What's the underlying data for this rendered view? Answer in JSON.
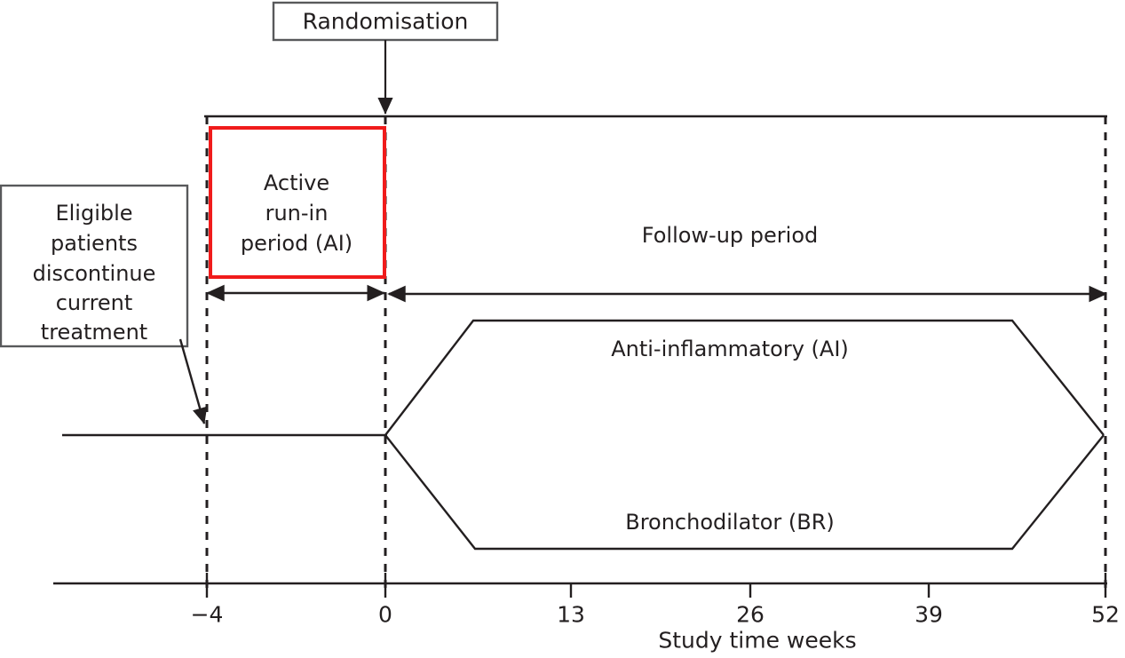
{
  "figure": {
    "type": "clinical-trial-study-design-schematic",
    "background_color": "#ffffff",
    "line_color": "#231f20",
    "highlight_color": "#f01b1b"
  },
  "boxes": {
    "randomisation": {
      "label": "Randomisation",
      "border_color": "#58595b"
    },
    "eligible": {
      "lines": [
        "Eligible",
        "patients",
        "discontinue",
        "current",
        "treatment"
      ],
      "border_color": "#58595b"
    },
    "run_in": {
      "lines": [
        "Active",
        "run-in",
        "period (AI)"
      ],
      "border_color": "#f01b1b"
    }
  },
  "periods": {
    "followup_label": "Follow-up period",
    "runin_span_weeks": [
      -4,
      0
    ],
    "followup_span_weeks": [
      0,
      52
    ]
  },
  "arms": [
    {
      "name": "anti-inflammatory",
      "label": "Anti-inflammatory (AI)"
    },
    {
      "name": "bronchodilator",
      "label": "Bronchodilator (BR)"
    }
  ],
  "axis": {
    "title": "Study time weeks",
    "ticks": [
      {
        "value": -4,
        "label": "−4"
      },
      {
        "value": 0,
        "label": "0"
      },
      {
        "value": 13,
        "label": "13"
      },
      {
        "value": 26,
        "label": "26"
      },
      {
        "value": 39,
        "label": "39"
      },
      {
        "value": 52,
        "label": "52"
      }
    ],
    "range": [
      -4,
      52
    ]
  },
  "markers": {
    "dashed_weeks": [
      -4,
      0,
      52
    ]
  },
  "chart_data": {
    "type": "timeline",
    "title": "",
    "xlabel": "Study time weeks",
    "ylabel": "",
    "xlim": [
      -8,
      52
    ],
    "xticks": [
      -4,
      0,
      13,
      26,
      39,
      52
    ],
    "xtick_labels": [
      "−4",
      "0",
      "13",
      "26",
      "39",
      "52"
    ],
    "grid": false,
    "legend": "none",
    "events": [
      {
        "name": "Randomisation",
        "week": 0,
        "kind": "event-annotation"
      },
      {
        "name": "Eligible patients discontinue current treatment",
        "week": -4,
        "kind": "event-annotation"
      }
    ],
    "phases": [
      {
        "name": "Active run-in period (AI)",
        "start_week": -4,
        "end_week": 0,
        "highlight": true
      },
      {
        "name": "Follow-up period",
        "start_week": 0,
        "end_week": 52,
        "highlight": false
      }
    ],
    "series": [
      {
        "name": "Anti-inflammatory (AI)",
        "start_week": 0,
        "end_week": 52,
        "values": [
          0,
          52
        ]
      },
      {
        "name": "Bronchodilator (BR)",
        "start_week": 0,
        "end_week": 52,
        "values": [
          0,
          52
        ]
      }
    ]
  }
}
